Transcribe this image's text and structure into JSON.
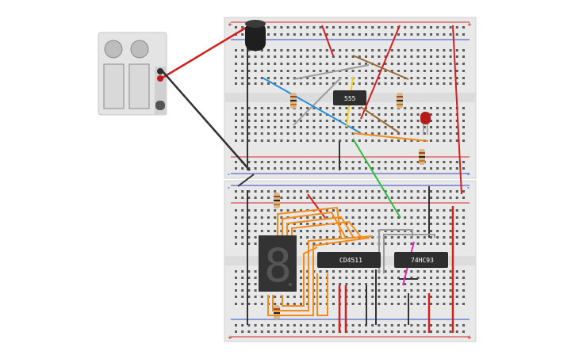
{
  "ic_555": {
    "label": "555"
  },
  "ic_cd4511": {
    "label": "CD4511"
  },
  "ic_74hc93": {
    "label": "74HC93"
  },
  "display": {
    "digit": "8"
  },
  "rail_signs": {
    "plus": "+",
    "minus": "-"
  },
  "colors": {
    "board": "#e8e8e8",
    "rail_red": "#d42a2a",
    "rail_blue": "#2b4cc9",
    "wire_red": "#d32020",
    "wire_black": "#333333",
    "wire_orange": "#f28c18",
    "wire_blue": "#2b8fd8",
    "wire_green": "#2ebb40",
    "wire_brown": "#9a6a3a",
    "wire_gray": "#9a9a9a",
    "wire_yellow": "#f2d21c",
    "wire_magenta": "#e02ab4",
    "ic_body": "#2e2e2e",
    "led_red": "#b41c1c"
  }
}
